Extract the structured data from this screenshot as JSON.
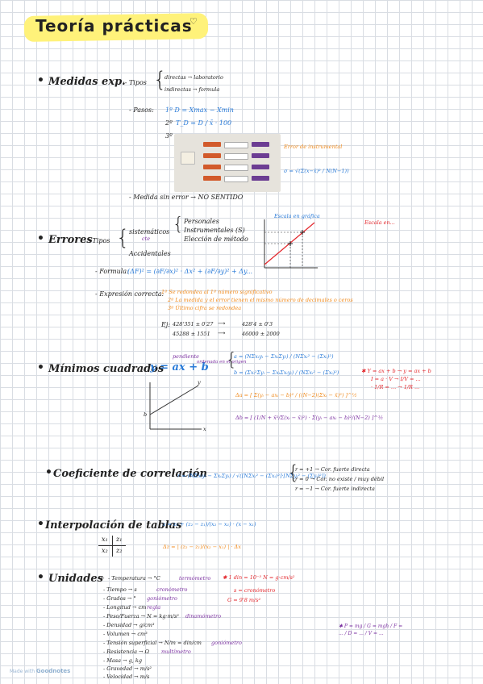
{
  "title": "Teoría prácticas",
  "heart": "♡",
  "footer": {
    "made_in": "Made with",
    "brand": "Goodnotes"
  },
  "medidas": {
    "heading": "Medidas exp.",
    "tipos": ":- Tipos",
    "directas": "directas → laboratorio",
    "indirectas": "indirectas → formula",
    "pasos_label": "- Pasos:",
    "paso1": "1º D = Xmax − Xmin",
    "paso2_prefix": "2º",
    "paso2_formula": "T_D = D / x̄ · 100",
    "paso3_prefix": "3º",
    "photo_note_error": "Error de instrumental",
    "photo_note_formula": "σ = √(Σ(x−x̄)² / N(N−1))",
    "sin_error": "- Medida sin error → NO SENTIDO"
  },
  "errores": {
    "heading": "Errores",
    "tipos": ": - Tipos",
    "sistematicos": "sistemáticos",
    "cte": "cte",
    "accidentales": "Accidentales",
    "personales": "Personales",
    "instrumentales": "Instrumentales (S)",
    "eleccion": "Elección de método",
    "formula_label": "- Formula:",
    "formula": "(ΔF)² = (∂F/∂x)² · Δx² + (∂F/∂y)² + Δy...",
    "expresion_label": "- Expresión correcta:",
    "regla1": "1º Se redondea al 1º número significativo",
    "regla2": "2º La medida y el error tienen el mismo número de decimales o ceros",
    "regla3": "3º Último cifra se redondea",
    "ej_label": "Ej:",
    "ej1_left": "428'351 ± 0'27",
    "ej1_right": "428'4 ± 0'3",
    "ej2_left": "45288 ± 1551",
    "ej2_right": "46000 ± 2000",
    "chart_title": "Escala en gráfica",
    "chart_note": "Escala en..."
  },
  "minimos": {
    "heading": "Mínimos cuadrados",
    "eq": "y = ax + b",
    "pendiente": "pendiente",
    "ordenada": "ordenada en el origen",
    "a_eq": "a = (NΣxᵢyᵢ − ΣxᵢΣyᵢ) / (NΣxᵢ² − (Σxᵢ)²)",
    "b_eq": "b = (Σxᵢ²Σyᵢ − ΣxᵢΣxᵢyᵢ) / (NΣxᵢ² − (Σxᵢ)²)",
    "delta_a": "Δa = [ Σ(yᵢ − axᵢ − b)² / ((N−2)(Σxᵢ − x̄)²) ]^½",
    "delta_b": "Δb = [ (1/N + x̄²/Σ(xᵢ − x̄)²) · Σ(yᵢ − axᵢ − b)²/(N−2) ]^½",
    "side1": "✱ Y = ax + b → y = ax + b",
    "side2": "I = a · V → I/V = ...",
    "side3": "· 1/R = ... → 1/R ...",
    "plot_y": "y",
    "plot_x": "x",
    "plot_b": "b"
  },
  "correlacion": {
    "heading": "Coeficiente de correlación",
    "formula": "r = (NΣxᵢyᵢ − ΣxᵢΣyᵢ) / √([NΣxᵢ² − (Σxᵢ)²]·[NΣyᵢ² − (Σyᵢ)²])",
    "r1": "r ≃ +1 → Cor. fuerte directa",
    "r2": "r ≃ 0 → Cor. no existe / muy débil",
    "r3": "r ≃ −1 → Cor. fuerte indirecta"
  },
  "interpolacion": {
    "heading": "Interpolación de tablas",
    "eq": "z = z₁ + (z₂ − z₁)/(x₂ − x₁) · (x − x₁)",
    "delta": "Δz = | (z₂ − z₁)/(x₂ − x₁) | · Δx",
    "tbl_x1": "x₁",
    "tbl_z1": "z₁",
    "tbl_x2": "x₂",
    "tbl_z2": "z₂"
  },
  "unidades": {
    "heading": "Unidades",
    "items": [
      {
        "label": "- Temperatura → °C",
        "note": "termómetro"
      },
      {
        "label": "- Tiempo → s",
        "note": "cronómetro"
      },
      {
        "label": "- Grados → °",
        "note": "goniómetro"
      },
      {
        "label": "- Longitud → cm",
        "note": "regla"
      },
      {
        "label": "- Peso/Fuerza → N = kg·m/s²",
        "note": "dinamómetro"
      },
      {
        "label": "- Densidad → g/cm³",
        "note": ""
      },
      {
        "label": "- Volumen → cm³",
        "note": ""
      },
      {
        "label": "- Tensión superficial → N/m = din/cm",
        "note": "goniómetro"
      },
      {
        "label": "- Resistencia → Ω",
        "note": "multímetro"
      },
      {
        "label": "- Masa → g, kg",
        "note": ""
      },
      {
        "label": "- Gravedad → m/s²",
        "note": ""
      },
      {
        "label": "- Velocidad → m/s",
        "note": ""
      }
    ],
    "red1": "✱ 1 din = 10⁻⁵ N = g·cm/s²",
    "red2": "s = cronómetro",
    "red3": "G = 9'8 m/s²",
    "purple_note": "✱ P = mg / G = mgh / F = ... / D = ... / V = ..."
  }
}
